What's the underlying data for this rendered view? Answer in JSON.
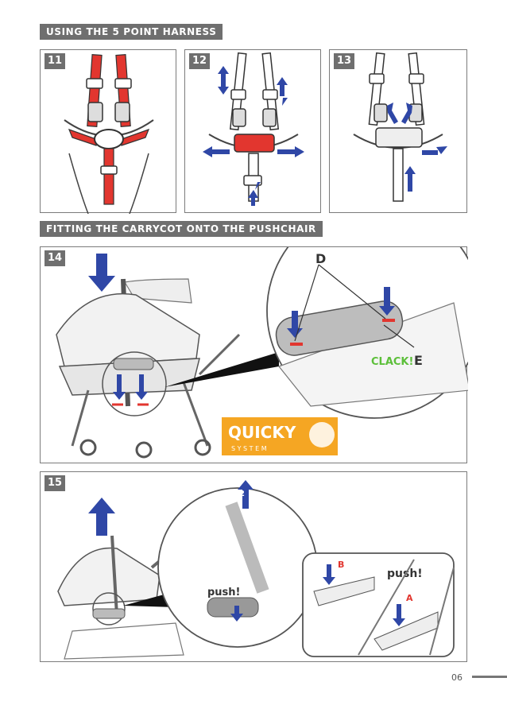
{
  "sections": {
    "harness_title": "USING THE 5 POINT HARNESS",
    "carrycot_title": "FITTING THE CARRYCOT ONTO THE PUSHCHAIR"
  },
  "steps": {
    "s11": "11",
    "s12": "12",
    "s13": "13",
    "s14": "14",
    "s15": "15"
  },
  "labels": {
    "d": "D",
    "e": "E",
    "clack": "CLACK!",
    "push1": "push!",
    "push2": "push!",
    "a": "A",
    "b": "B",
    "num2": "2",
    "quicky_main": "QUICKY",
    "quicky_sub": "S Y S T E M"
  },
  "colors": {
    "arrow_blue": "#2f47a6",
    "strap_red": "#e2362f",
    "clack_green": "#5cbf3a",
    "quicky_orange": "#f5a623"
  },
  "footer": {
    "page_number": "06"
  }
}
